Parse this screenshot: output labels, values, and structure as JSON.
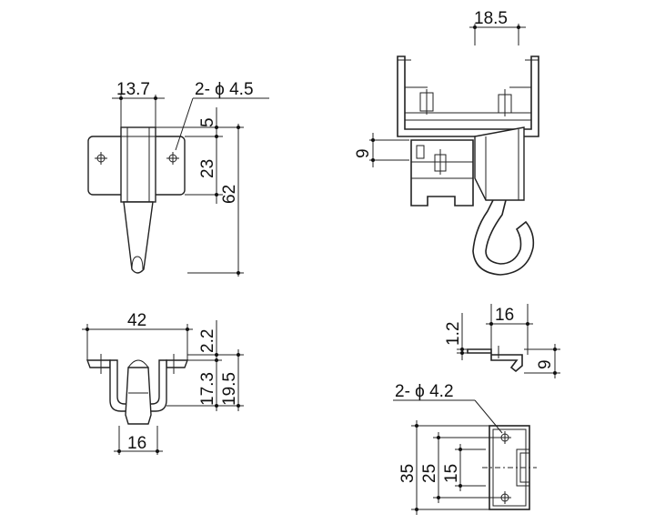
{
  "figure": {
    "background": "#ffffff",
    "line_color": "#222222"
  },
  "front_view": {
    "width_label": "13.7",
    "hole_label": "2- ϕ 4.5",
    "dim_top": "5",
    "dim_mid": "23",
    "dim_total": "62"
  },
  "side_view": {
    "top_label": "18.5",
    "left_label": "9"
  },
  "bottom_view": {
    "width_label": "42",
    "dim_top": "2.2",
    "dim_mid": "17.3",
    "dim_total": "19.5",
    "bottom_label": "16"
  },
  "profile_view": {
    "thickness_label": "1.2",
    "width_label": "16",
    "height_label": "9"
  },
  "plate_view": {
    "hole_label": "2- ϕ 4.2",
    "dim_a": "35",
    "dim_b": "25",
    "dim_c": "15"
  }
}
